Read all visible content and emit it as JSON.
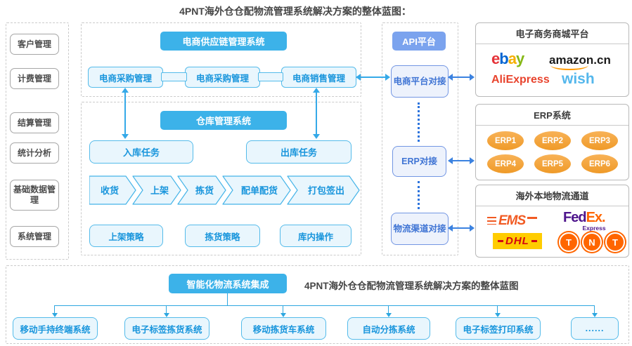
{
  "title": "4PNT海外仓仓配物流管理系统解决方案的整体蓝图：",
  "sidebar": {
    "items": [
      "客户管理",
      "计费管理",
      "结算管理",
      "统计分析",
      "基础数据管理",
      "系统管理"
    ]
  },
  "supply_chain": {
    "header": "电商供应链管理系统",
    "modules": [
      "电商采购管理",
      "电商采购管理",
      "电商销售管理"
    ]
  },
  "warehouse": {
    "header": "仓库管理系统",
    "tasks": [
      "入库任务",
      "出库任务"
    ],
    "flow": [
      "收货",
      "上架",
      "拣货",
      "配单配货",
      "打包签出"
    ],
    "strategies": [
      "上架策略",
      "拣货策略",
      "库内操作"
    ]
  },
  "api_platform": {
    "header": "API平台",
    "nodes": [
      "电商平台对接",
      "ERP对接",
      "物流渠道对接"
    ]
  },
  "ecommerce_panel": {
    "title": "电子商务商城平台",
    "logos": {
      "ebay": {
        "letters": [
          "e",
          "b",
          "a",
          "y"
        ]
      },
      "amazon": "amazon.cn",
      "aliexpress": "AliExpress",
      "wish": "wish"
    }
  },
  "erp_panel": {
    "title": "ERP系统",
    "items": [
      "ERP1",
      "ERP2",
      "ERP3",
      "ERP4",
      "ERP5",
      "ERP6"
    ]
  },
  "logistics_panel": {
    "title": "海外本地物流通道",
    "logos": {
      "ems": "EMS",
      "fedex": {
        "fed": "Fed",
        "ex": "Ex",
        "dot": ".",
        "sub": "Express"
      },
      "dhl": "DHL",
      "tnt": {
        "letters": [
          "T",
          "N",
          "T"
        ]
      }
    }
  },
  "integration": {
    "header": "智能化物流系统集成",
    "caption": "4PNT海外仓仓配物流管理系统解决方案的整体蓝图",
    "systems": [
      "移动手持终端系统",
      "电子标签拣货系统",
      "移动拣货车系统",
      "自动分拣系统",
      "电子标签打印系统",
      "......"
    ]
  },
  "colors": {
    "header_blue": "#3cb2e9",
    "api_header_blue": "#7ba3ee",
    "light_box_fill": "#e9f6fd",
    "light_box_border": "#54bbea",
    "light_box_text": "#1895dc",
    "api_box_fill": "#edf2fc",
    "api_box_border": "#7396e3",
    "arrow_cyan": "#35a9e8",
    "arrow_royal": "#3b82e0",
    "erp_orange": "#f2a338",
    "ebay_letters": [
      "#e53238",
      "#0064d2",
      "#f5af02",
      "#86b817"
    ],
    "amazon_smile": "#ff9900",
    "aliexpress_red": "#e8432d",
    "wish_blue": "#54b7ec",
    "ems_orange": "#f15a22",
    "fedex_purple": "#4d148c",
    "fedex_orange": "#ff6600",
    "dhl_yellow": "#ffcc00",
    "dhl_red": "#d40511",
    "tnt_orange": "#ff6600"
  }
}
